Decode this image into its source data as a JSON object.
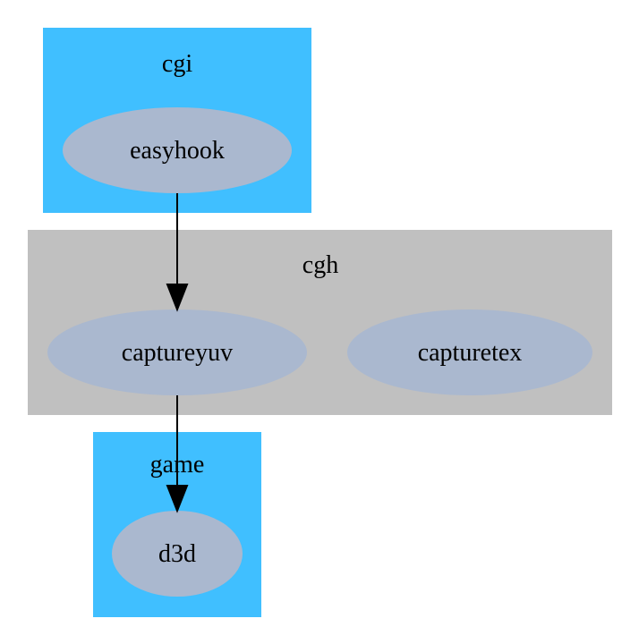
{
  "colors": {
    "cluster_blue": "#40bfff",
    "cluster_gray": "#c0c0c0",
    "node_fill": "#aab8cf",
    "edge": "#000000",
    "background": "#ffffff"
  },
  "clusters": {
    "cgi": {
      "label": "cgi"
    },
    "cgh": {
      "label": "cgh"
    },
    "game": {
      "label": "game"
    }
  },
  "nodes": {
    "easyhook": {
      "label": "easyhook"
    },
    "captureyuv": {
      "label": "captureyuv"
    },
    "capturetex": {
      "label": "capturetex"
    },
    "d3d": {
      "label": "d3d"
    }
  },
  "edges": [
    {
      "from": "easyhook",
      "to": "captureyuv"
    },
    {
      "from": "captureyuv",
      "to": "d3d"
    }
  ]
}
